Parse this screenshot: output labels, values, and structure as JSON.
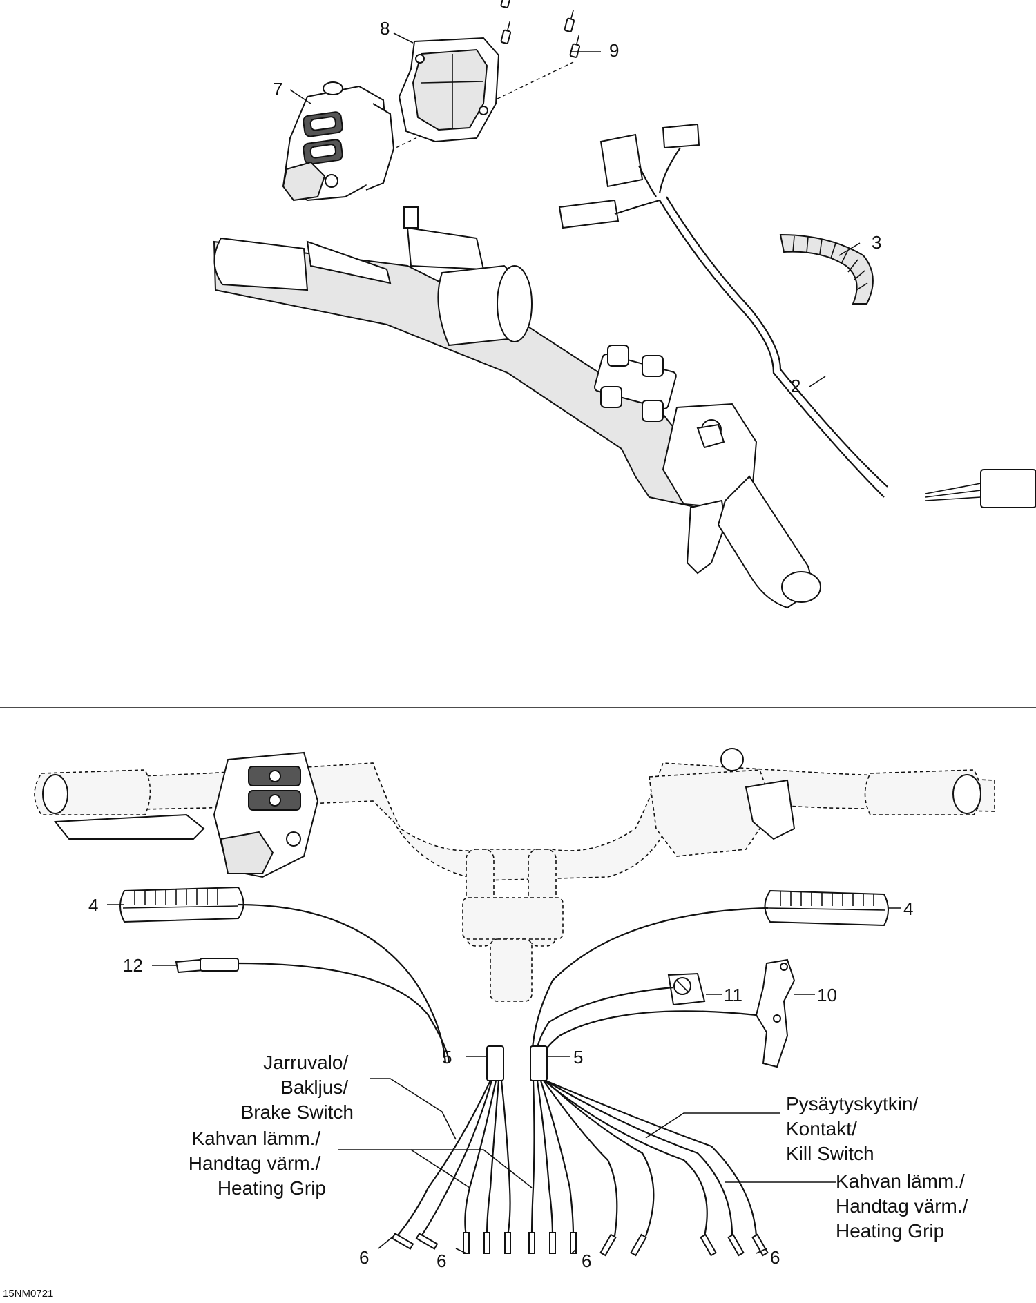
{
  "diagram": {
    "drawing_code": "15NM0721",
    "callouts": {
      "c2": "2",
      "c3": "3",
      "c4a": "4",
      "c4b": "4",
      "c5a": "5",
      "c5b": "5",
      "c6a": "6",
      "c6b": "6",
      "c6c": "6",
      "c6d": "6",
      "c7": "7",
      "c8": "8",
      "c9": "9",
      "c10": "10",
      "c11": "11",
      "c12": "12"
    },
    "labels": {
      "brake_switch": [
        "Jarruvalo/",
        "Bakljus/",
        "Brake Switch"
      ],
      "heating_grip_left": [
        "Kahvan lämm./",
        "Handtag värm./",
        "Heating Grip"
      ],
      "kill_switch": [
        "Pysäytyskytkin/",
        "Kontakt/",
        "Kill Switch"
      ],
      "heating_grip_right": [
        "Kahvan lämm./",
        "Handtag värm./",
        "Heating Grip"
      ]
    }
  }
}
